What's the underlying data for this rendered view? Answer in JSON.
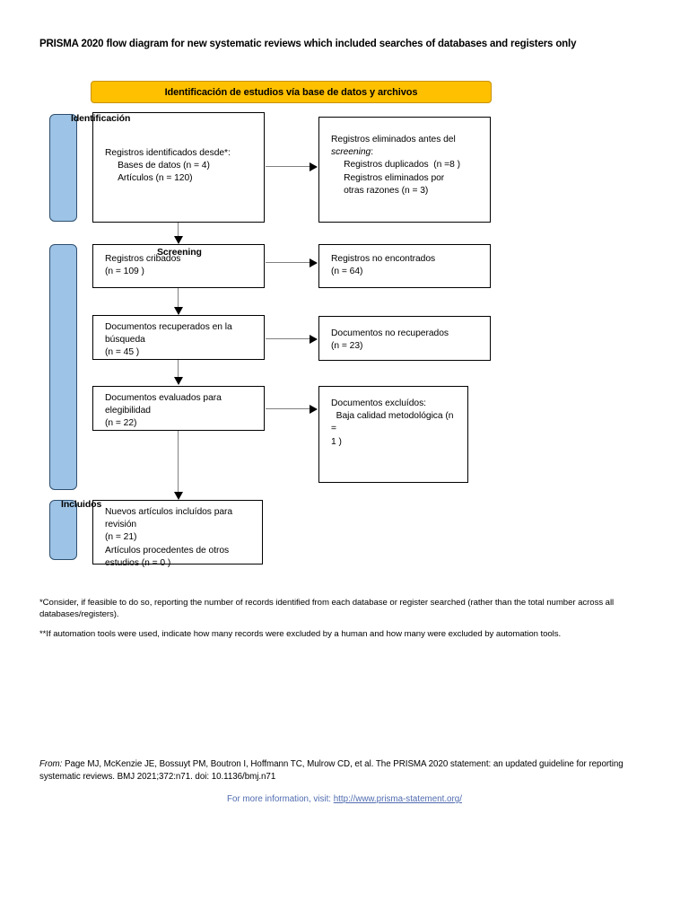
{
  "document": {
    "title": "PRISMA 2020 flow diagram for new systematic reviews which included searches of databases and registers only"
  },
  "colors": {
    "banner_fill": "#FFC000",
    "banner_border": "#C9920A",
    "sidebar_fill": "#9DC3E6",
    "sidebar_border": "#2E4F6E",
    "box_border": "#000000",
    "connector": "#808080",
    "link": "#4F6BAF"
  },
  "banner": {
    "label": "Identificación de estudios vía base de datos y archivos"
  },
  "stages": [
    {
      "key": "identification",
      "label": "Identificación"
    },
    {
      "key": "screening",
      "label": "Screening"
    },
    {
      "key": "included",
      "label": "Incluidos"
    }
  ],
  "boxes": {
    "identified": {
      "name": "records-identified",
      "text": "Registros identificados desde*:\n     Bases de datos (n = 4)\n     Artículos (n = 120)"
    },
    "removed": {
      "name": "records-removed-before-screening",
      "line1": "Registros eliminados antes del",
      "line2_italic": "screening",
      "line2_rest": ":",
      "rest": "\n     Registros duplicados  (n =8 )\n     Registros eliminados por\n     otras razones (n = 3)"
    },
    "screened": {
      "name": "records-screened",
      "text": "Registros cribados\n(n = 109 )"
    },
    "not_found": {
      "name": "records-not-found",
      "text": "Registros no encontrados\n(n = 64)"
    },
    "retrieved": {
      "name": "documents-retrieved",
      "text": "Documentos recuperados en la\nbúsqueda\n(n = 45 )"
    },
    "not_retrieved": {
      "name": "documents-not-retrieved",
      "text": "Documentos no recuperados\n(n = 23)"
    },
    "eligible": {
      "name": "documents-assessed-eligibility",
      "text": "Documentos evaluados para\nelegibilidad\n(n = 22)"
    },
    "excluded": {
      "name": "documents-excluded",
      "text": "Documentos excluídos:\n  Baja calidad metodológica (n =\n1 )"
    },
    "included": {
      "name": "new-studies-included",
      "text": "Nuevos artículos incluídos para\nrevisión\n(n = 21)\nArtículos procedentes de otros\nestudios (n = 0 )"
    }
  },
  "footnotes": {
    "note1": "*Consider, if feasible to do so, reporting the number of records identified from each database or register searched (rather than the total number across all databases/registers).",
    "note2": "**If automation tools were used, indicate how many records were excluded by a human and how many were excluded by automation tools."
  },
  "citation": {
    "from_word": "From:",
    "text": " Page MJ, McKenzie JE, Bossuyt PM, Boutron I, Hoffmann TC, Mulrow CD, et al. The PRISMA 2020 statement: an updated guideline for reporting systematic reviews. BMJ 2021;372:n71. doi: 10.1136/bmj.n71",
    "more_info_prefix": "For more information, visit: ",
    "more_info_link": "http://www.prisma-statement.org/"
  }
}
